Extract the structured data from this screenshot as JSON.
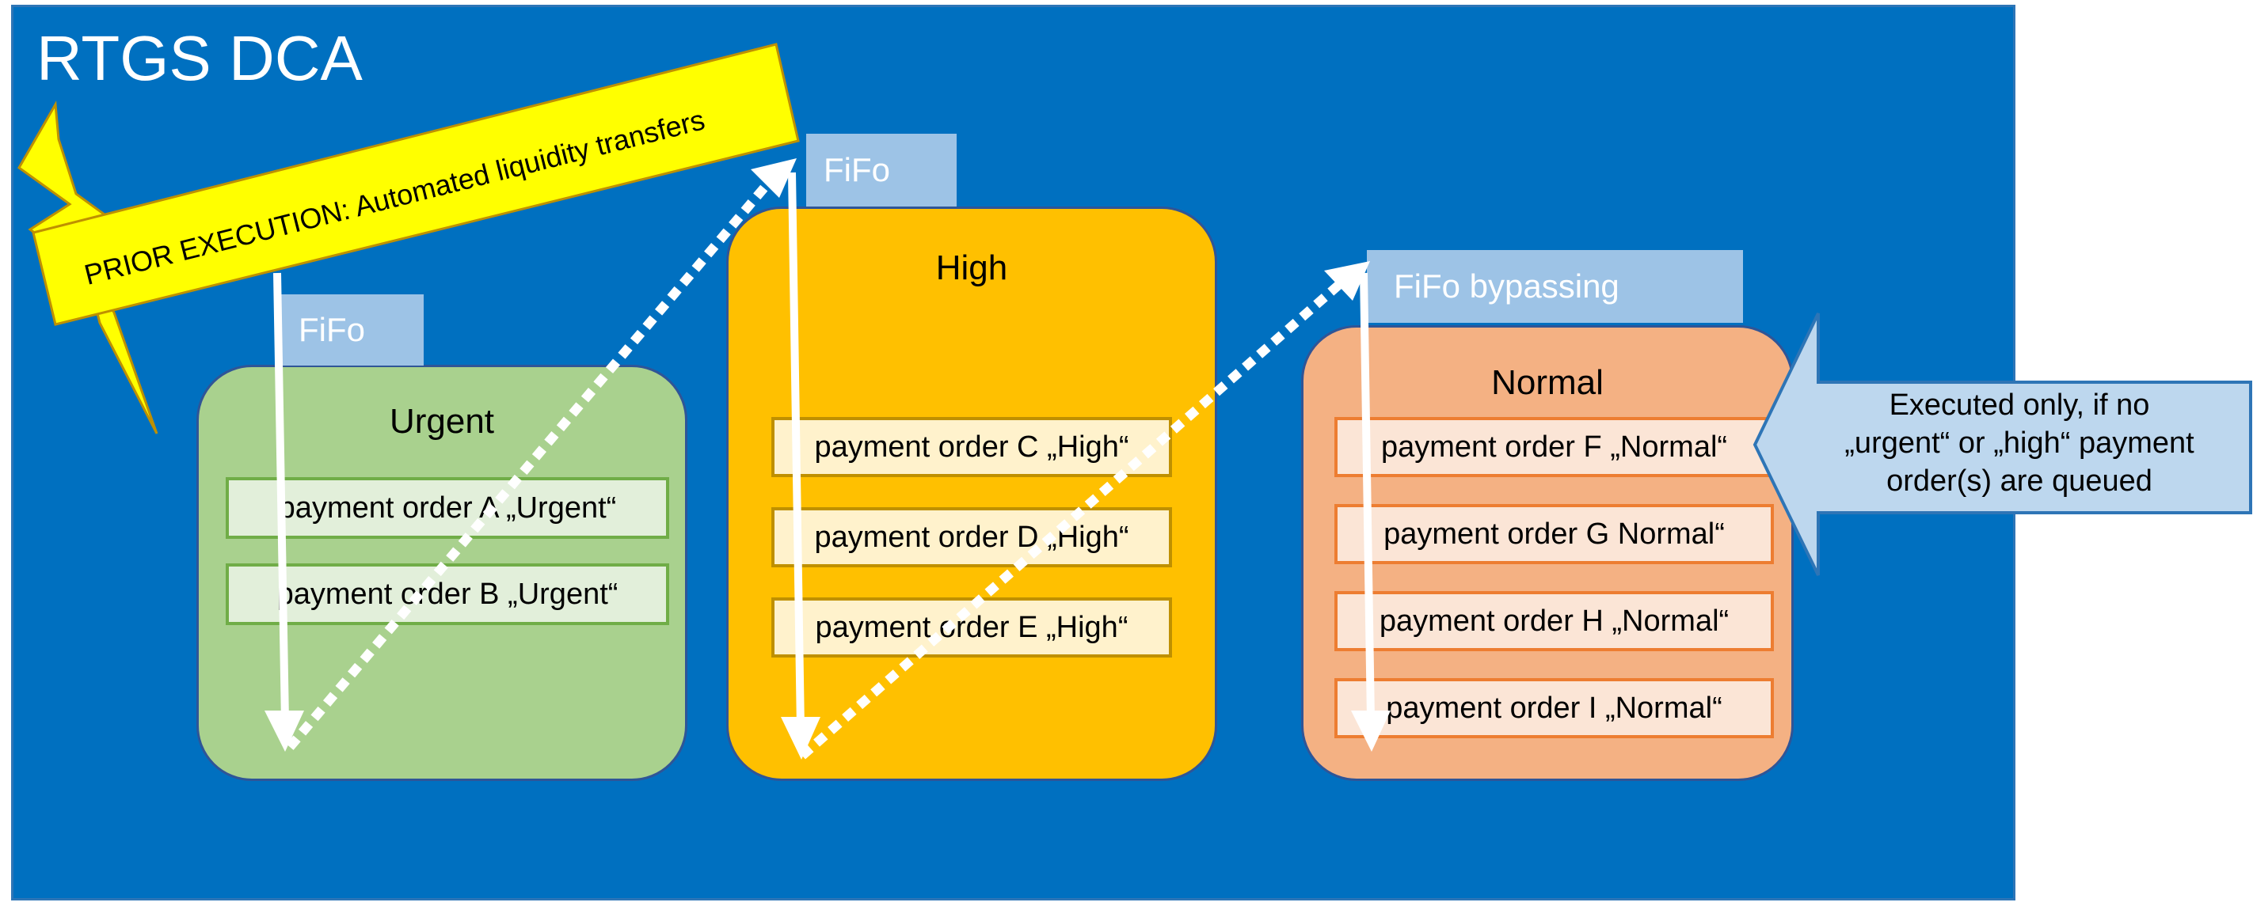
{
  "title": "RTGS DCA",
  "banner": {
    "text": "PRIOR EXECUTION: Automated liquidity transfers"
  },
  "groups": [
    {
      "label": "Urgent",
      "tab": "FiFo",
      "orders": [
        "payment order A „Urgent“",
        "payment order B „Urgent“"
      ]
    },
    {
      "label": "High",
      "tab": "FiFo",
      "orders": [
        "payment order C „High“",
        "payment order D „High“",
        "payment order E „High“"
      ]
    },
    {
      "label": "Normal",
      "tab": "FiFo bypassing",
      "orders": [
        "payment order F „Normal“",
        "payment order G Normal“",
        "payment order H „Normal“",
        "payment order  I „Normal“"
      ]
    }
  ],
  "note": {
    "lines": [
      "Executed only, if no",
      "„urgent“ or „high“ payment",
      "order(s) are queued"
    ]
  },
  "colors": {
    "panel": "#0070c0",
    "urgent_box": "#a9d18e",
    "high_box": "#ffc000",
    "normal_box": "#f4b183",
    "tab": "#9dc3e6",
    "banner": "#ffff00",
    "note": "#bdd7ee",
    "arrow": "#ffffff"
  }
}
